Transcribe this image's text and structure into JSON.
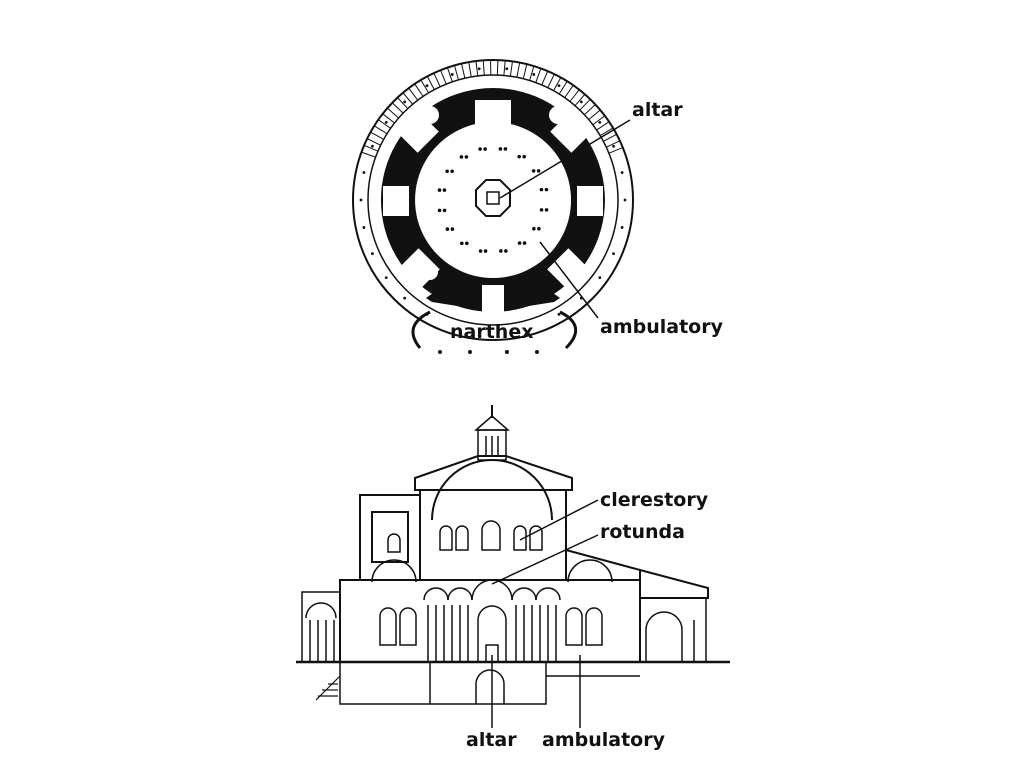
{
  "plan": {
    "labels": {
      "altar": "altar",
      "narthex": "narthex",
      "ambulatory": "ambulatory"
    }
  },
  "section": {
    "labels": {
      "clerestory": "clerestory",
      "rotunda": "rotunda",
      "altar": "altar",
      "ambulatory": "ambulatory"
    }
  },
  "colors": {
    "ink": "#111111",
    "paper": "#ffffff"
  }
}
